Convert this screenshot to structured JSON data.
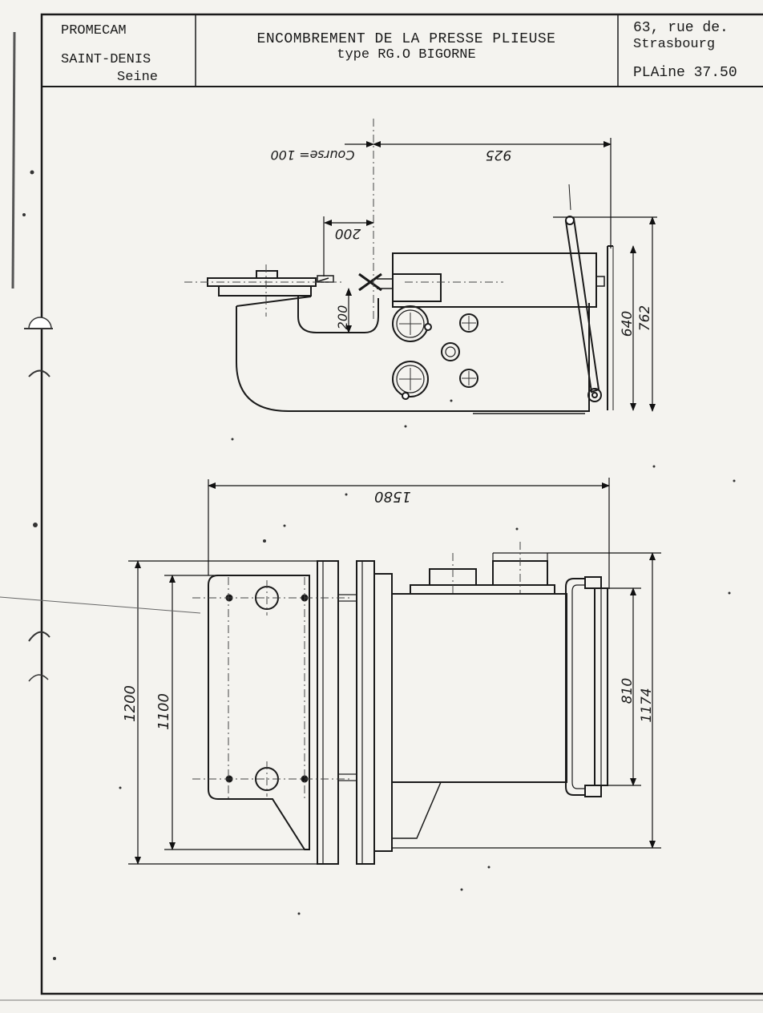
{
  "title_block": {
    "company": "PROMECAM",
    "city": "SAINT-DENIS",
    "department": "Seine",
    "title_line1": "ENCOMBREMENT DE LA PRESSE PLIEUSE",
    "title_line2": "type RG.O BIGORNE",
    "address_line1": "63, rue de.",
    "address_line2": "Strasbourg",
    "phone": "PLAine 37.50"
  },
  "side_view": {
    "dim_course": "Course= 100",
    "dim_925": "925",
    "dim_200_top": "200",
    "dim_200_side": "200",
    "dim_640": "640",
    "dim_762": "762"
  },
  "plan_view": {
    "dim_1580": "1580",
    "dim_1200": "1200",
    "dim_1100": "1100",
    "dim_810": "810",
    "dim_1174": "1174"
  }
}
